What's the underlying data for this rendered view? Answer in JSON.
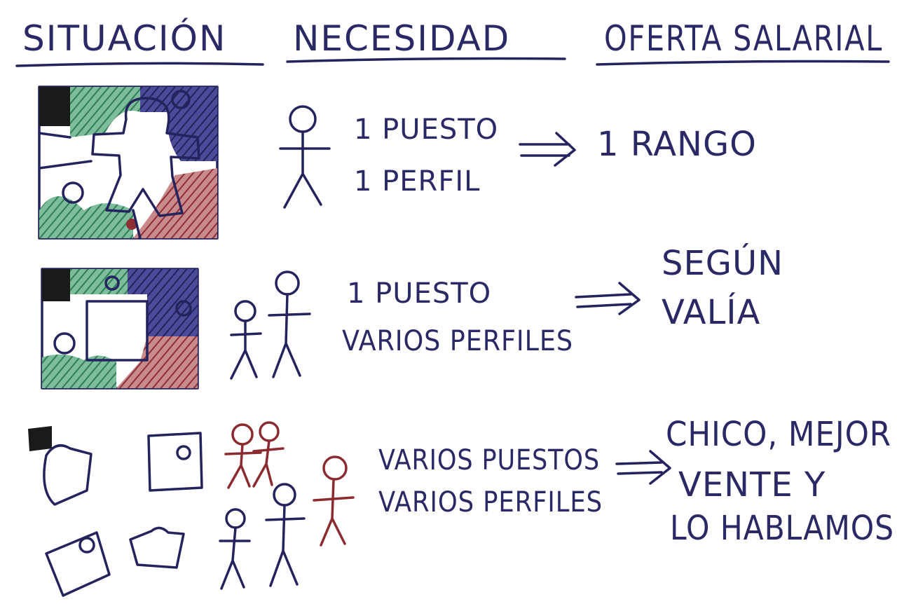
{
  "headers": {
    "situacion": "SITUACIÓN",
    "necesidad": "NECESIDAD",
    "oferta": "OFERTA SALARIAL"
  },
  "rows": [
    {
      "need_line1": "1 PUESTO",
      "need_line2": "1 PERFIL",
      "offer_line1": "1 RANGO"
    },
    {
      "need_line1": "1 PUESTO",
      "need_line2": "VARIOS PERFILES",
      "offer_line1": "SEGÚN",
      "offer_line2": "VALÍA"
    },
    {
      "need_line1": "VARIOS PUESTOS",
      "need_line2": "VARIOS PERFILES",
      "offer_line1": "CHICO, MEJOR",
      "offer_line2": "VENTE Y",
      "offer_line3": "LO HABLAMOS"
    }
  ],
  "colors": {
    "ink_blue": "#24235e",
    "ink_red": "#8b2a2f",
    "puzzle_navy": "#2f2f78",
    "puzzle_green": "#3f8f6a",
    "puzzle_red": "#9a3a40",
    "puzzle_black": "#1a1a1a"
  },
  "icons": [
    "puzzle-icon",
    "stick-figure-icon",
    "double-arrow-icon"
  ]
}
